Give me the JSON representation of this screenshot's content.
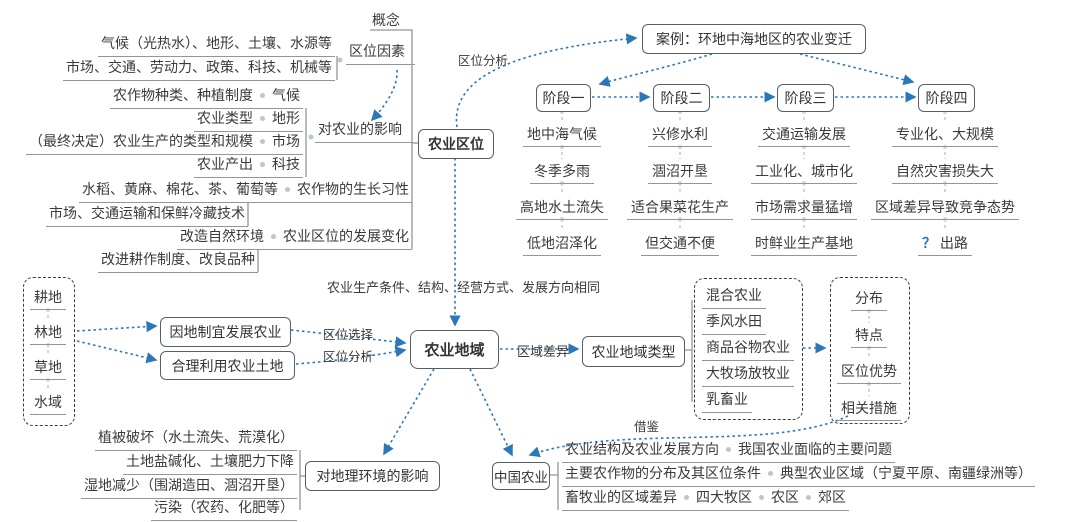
{
  "colors": {
    "arrow_blue": "#2c77b8",
    "line_grey": "#8f969c",
    "connector_light": "#b3c8df",
    "text": "#3a3a3a",
    "question_blue": "#2c77b8"
  },
  "agriculture_location": {
    "label": "农业区位",
    "concept_label": "概念",
    "factors": {
      "label": "区位因素",
      "natural": "气候（光热水）、地形、土壤、水源等",
      "social": "市场、交通、劳动力、政策、科技、机械等"
    },
    "influence": {
      "label": "对农业的影响",
      "items": [
        {
          "text": "农作物种类、种植制度",
          "tag": "气候"
        },
        {
          "text": "农业类型",
          "tag": "地形"
        },
        {
          "text": "（最终决定）农业生产的类型和规模",
          "tag": "市场"
        },
        {
          "text": "农业产出",
          "tag": "科技"
        }
      ]
    },
    "growth_habit": {
      "label": "农作物的生长习性",
      "text": "水稻、黄麻、棉花、茶、葡萄等",
      "freshness": "市场、交通运输和保鲜冷藏技术"
    },
    "development": {
      "label": "农业区位的发展变化",
      "items": [
        "改造自然环境",
        "改进耕作制度、改良品种"
      ]
    }
  },
  "case_study": {
    "label": "案例：环地中海地区的农业变迁",
    "analysis_label": "区位分析",
    "stages": [
      {
        "label": "阶段一",
        "items": [
          "地中海气候",
          "冬季多雨",
          "高地水土流失",
          "低地沼泽化"
        ]
      },
      {
        "label": "阶段二",
        "items": [
          "兴修水利",
          "涸沼开垦",
          "适合果菜花生产",
          "但交通不便"
        ]
      },
      {
        "label": "阶段三",
        "items": [
          "交通运输发展",
          "工业化、城市化",
          "市场需求量猛增",
          "时鲜业生产基地"
        ]
      },
      {
        "label": "阶段四",
        "items": [
          "专业化、大规模",
          "自然灾害损失大",
          "区域差异导致竞争态势",
          "出路"
        ],
        "question_glyph": "？"
      }
    ]
  },
  "agriculture_region": {
    "label": "农业地域",
    "note": "农业生产条件、结构、经营方式、发展方向相同",
    "land_types": [
      "耕地",
      "林地",
      "草地",
      "水域"
    ],
    "strategies": {
      "suit_local": "因地制宜发展农业",
      "rational_use": "合理利用农业土地",
      "selection_label": "区位选择",
      "analysis_label": "区位分析"
    },
    "types": {
      "label": "农业地域类型",
      "edge_label": "区域差异",
      "items": [
        "混合农业",
        "季风水田",
        "商品谷物农业",
        "大牧场放牧业",
        "乳畜业"
      ],
      "aspects": [
        "分布",
        "特点",
        "区位优势",
        "相关措施"
      ]
    }
  },
  "environment_impact": {
    "label": "对地理环境的影响",
    "items": [
      "植被破坏（水土流失、荒漠化）",
      "土地盐碱化、土壤肥力下降",
      "湿地减少（围湖造田、涸沼开垦）",
      "污染（农药、化肥等）"
    ]
  },
  "china_agriculture": {
    "label": "中国农业",
    "borrow_label": "借鉴",
    "rows": [
      {
        "parts": [
          "农业结构及农业发展方向",
          "我国农业面临的主要问题"
        ]
      },
      {
        "parts": [
          "主要农作物的分布及其区位条件",
          "典型农业区域（宁夏平原、南疆绿洲等）"
        ]
      },
      {
        "parts": [
          "畜牧业的区域差异",
          "四大牧区",
          "农区",
          "郊区"
        ]
      }
    ]
  }
}
